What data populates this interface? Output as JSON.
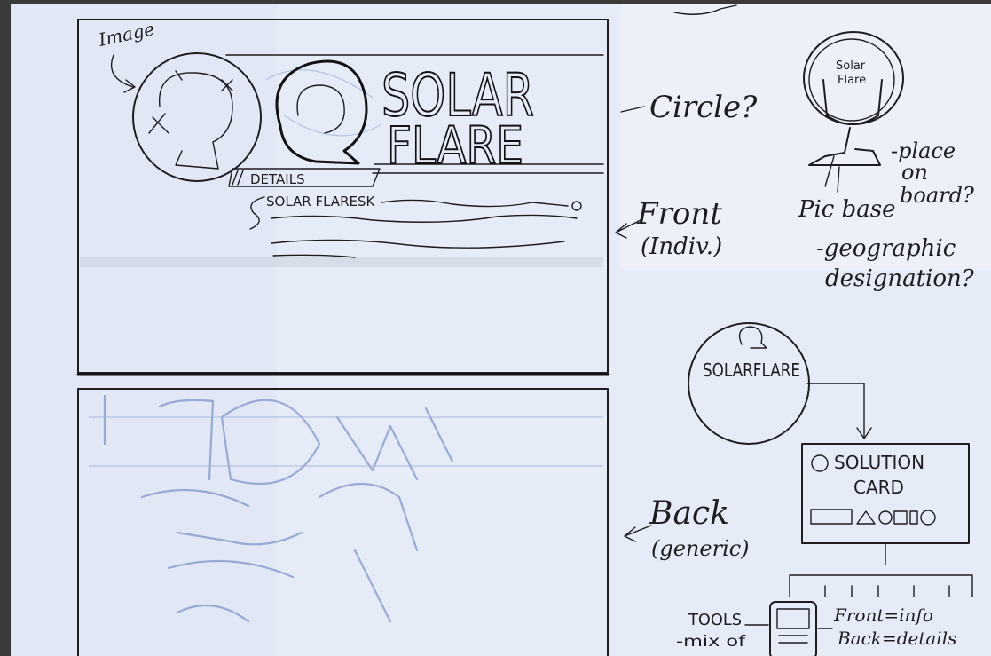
{
  "photo": {
    "paper_color": "#e9eef8",
    "ink_color": "#1d1d22",
    "pencil_color": "#7f95c9"
  },
  "sketch": {
    "front_card": {
      "image_label": "Image",
      "title_line1": "SOLAR",
      "title_line2": "FLARE",
      "details_tab": "DETAILS",
      "detail_line": "SOLAR FLARESK"
    },
    "side_notes": {
      "circle_question": "Circle?",
      "front_label": "Front",
      "front_sub": "(Indiv.)",
      "back_label": "Back",
      "back_sub": "(generic)"
    },
    "trophy": {
      "badge_line1": "Solar",
      "badge_line2": "Flare",
      "note_place_1": "-place",
      "note_place_2": "on",
      "note_place_3": "board?",
      "note_base": "Pic base",
      "note_geo_1": "-geographic",
      "note_geo_2": "designation?"
    },
    "token": {
      "label": "SOLARFLARE"
    },
    "solution_card": {
      "line1": "SOLUTION",
      "line2": "CARD"
    },
    "tools": {
      "label": "TOOLS",
      "sub": "-mix of",
      "front_note": "Front=info",
      "back_note": "Back=details"
    }
  }
}
